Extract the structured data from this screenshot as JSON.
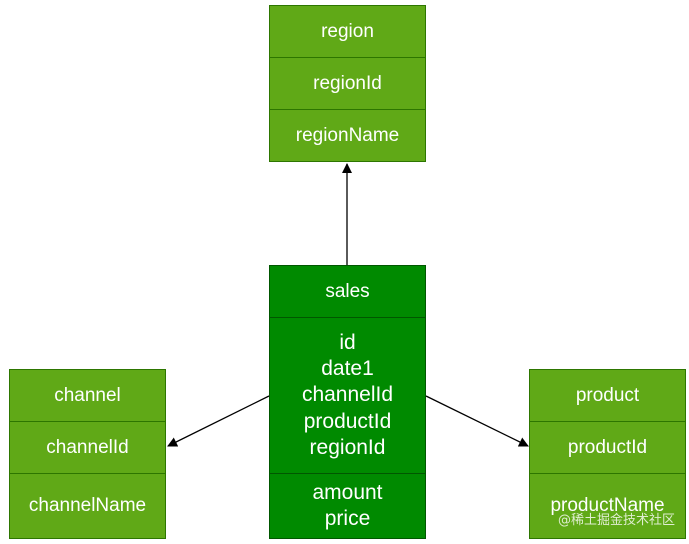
{
  "entities": {
    "region": {
      "title": "region",
      "rows": [
        "regionId",
        "regionName"
      ]
    },
    "sales": {
      "title": "sales",
      "keys": [
        "id",
        "date1",
        "channelId",
        "productId",
        "regionId"
      ],
      "measures": [
        "amount",
        "price"
      ]
    },
    "channel": {
      "title": "channel",
      "rows": [
        "channelId",
        "channelName"
      ]
    },
    "product": {
      "title": "product",
      "rows": [
        "productId",
        "productName"
      ]
    }
  },
  "colors": {
    "light_green": "#60a917",
    "dark_green": "#008a00",
    "border": "#2d7600",
    "arrow": "#000000"
  },
  "watermark": "@稀土掘金技术社区"
}
